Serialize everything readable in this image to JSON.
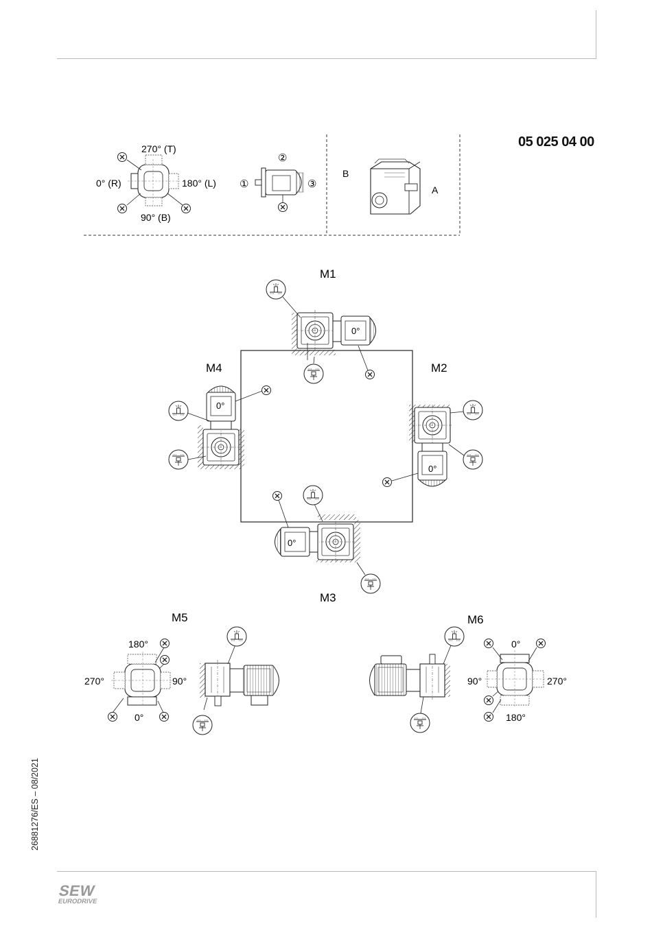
{
  "header": {
    "doc_code": "05 025 04 00"
  },
  "legend": {
    "angle_top": "270° (T)",
    "angle_left": "0° (R)",
    "angle_right": "180° (L)",
    "angle_bottom": "90° (B)",
    "pos1": "①",
    "pos2": "②",
    "pos3": "③",
    "x_mark": "X",
    "side_b": "B",
    "side_a": "A"
  },
  "positions": {
    "m1": "M1",
    "m2": "M2",
    "m3": "M3",
    "m4": "M4",
    "m5": "M5",
    "m6": "M6",
    "terminal_box": "0°"
  },
  "m5_angles": {
    "top": "180°",
    "left": "270°",
    "right": "90°",
    "bottom": "0°"
  },
  "m6_angles": {
    "top": "0°",
    "left": "90°",
    "right": "270°",
    "bottom": "180°"
  },
  "footer": {
    "side_code": "26881276/ES – 08/2021",
    "logo_top": "SEW",
    "logo_bottom": "EURODRIVE"
  }
}
